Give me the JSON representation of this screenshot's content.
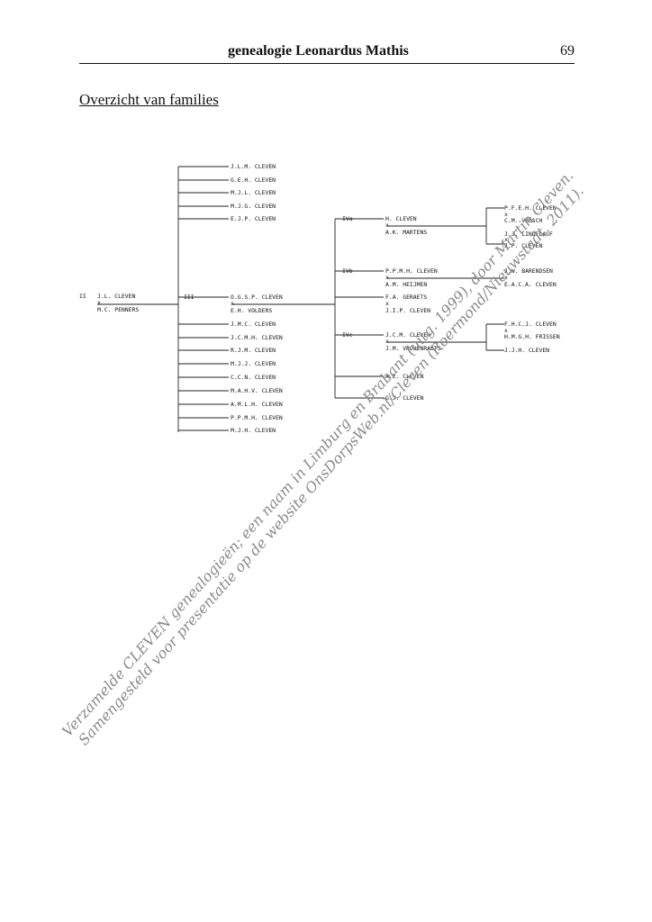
{
  "header": {
    "title": "genealogie Leonardus Mathis",
    "page_number": "69"
  },
  "section_title": "Overzicht van families",
  "tree": {
    "gen2": {
      "label": "II",
      "spouse1": "J.L. CLEVEN",
      "marriage": "x",
      "spouse2": "M.C. PENNERS"
    },
    "children_upper": [
      "J.L.M. CLEVEN",
      "G.E.H. CLEVEN",
      "M.J.L. CLEVEN",
      "M.J.G. CLEVEN",
      "E.J.P. CLEVEN"
    ],
    "gen3": {
      "label": "III",
      "spouse1": "O.G.S.P. CLEVEN",
      "marriage": "x",
      "spouse2": "E.H. VOLDERS"
    },
    "children_lower": [
      "J.M.C. CLEVEN",
      "J.C.M.H. CLEVEN",
      "R.J.M. CLEVEN",
      "M.J.J. CLEVEN",
      "C.C.N. CLEVEN",
      "M.A.H.V. CLEVEN",
      "A.M.L.H. CLEVEN",
      "P.P.M.H. CLEVEN",
      "M.J.H. CLEVEN"
    ],
    "iva": {
      "label": "IVa",
      "spouse1": "H. CLEVEN",
      "marriage": "x",
      "spouse2": "A.K. MARTENS",
      "child1": {
        "spouse1": "P.F.E.H. CLEVEN",
        "marriage": "x",
        "spouse2": "C.M. VRÖSCH"
      },
      "child2": {
        "spouse1": "J.J. LINDELAUF",
        "marriage": "x",
        "spouse2": "J.P. CLEVEN"
      }
    },
    "ivb": {
      "label": "IVb",
      "spouse1": "P.P.M.H. CLEVEN",
      "marriage": "x",
      "spouse2": "A.M. HEIJMEN",
      "child1": {
        "spouse1": "J.W. BARENDSEN",
        "marriage": "x",
        "spouse2": "E.A.C.A. CLEVEN"
      }
    },
    "mid": {
      "spouse1": "F.A. GERAETS",
      "marriage": "x",
      "spouse2": "J.I.P. CLEVEN"
    },
    "ivc": {
      "label": "IVc",
      "spouse1": "J.C.M. CLEVEN",
      "marriage": "x",
      "spouse2": "J.M. VROUENRAETS",
      "child1": {
        "spouse1": "F.H.C.J. CLEVEN",
        "marriage": "x",
        "spouse2": "H.M.G.H. FRISSEN"
      },
      "child2": "J.J.H. CLEVEN"
    },
    "bottom": [
      "A.E. CLEVEN",
      "G.J. CLEVEN"
    ]
  },
  "watermark": {
    "line1": "Verzamelde CLEVEN genealogieën; een naam in Limburg en Brabant (uitg. 1999), door Martin Cleven.",
    "line2": "Samengesteld voor presentatie op de website OnsDorpsWeb.nl/Cleven (Roermond/Nieuwstadt, 2011)."
  }
}
